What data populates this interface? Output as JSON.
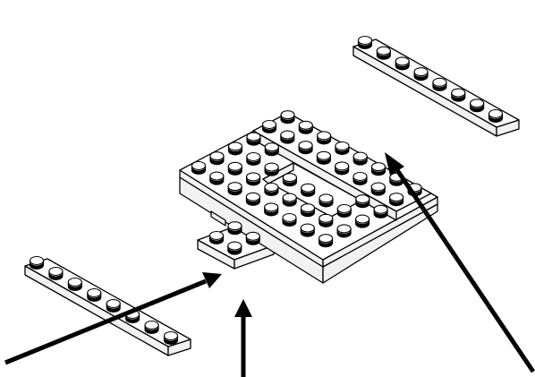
{
  "diagram": {
    "parts": [
      {
        "id": "plate-1x8-top-right",
        "kind": "plate",
        "studs": 8
      },
      {
        "id": "plate-1x8-bottom-left",
        "kind": "plate",
        "studs": 8
      },
      {
        "id": "frame-plate-6x8",
        "kind": "frame-plate",
        "opening": true
      },
      {
        "id": "plate-2x2-notch",
        "kind": "plate",
        "studs": 4
      }
    ],
    "arrows": [
      {
        "id": "arrow-left",
        "target": "plate-2x2-notch"
      },
      {
        "id": "arrow-bottom",
        "target": "plate-2x2-notch"
      },
      {
        "id": "arrow-right",
        "target": "frame-plate-6x8"
      }
    ],
    "colors": {
      "line": "#000000",
      "fill": "#ffffff",
      "shade": "#f2f2f2"
    }
  }
}
